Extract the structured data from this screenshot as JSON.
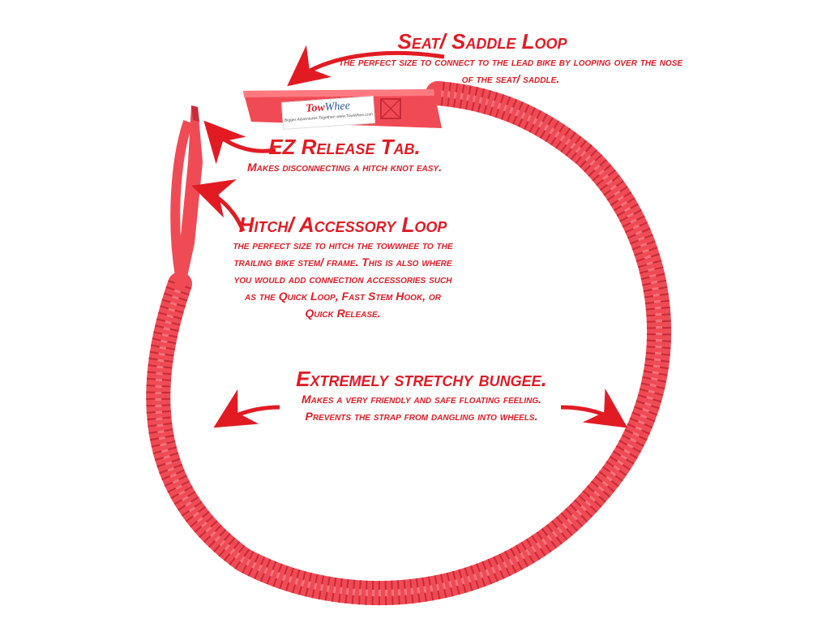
{
  "colors": {
    "accent": "#e21b23",
    "strap": "#f04b55",
    "strap_shadow": "#c92a37",
    "strap_light": "#ff8f93",
    "background": "#ffffff"
  },
  "callouts": {
    "seat": {
      "heading": "Seat/ Saddle Loop",
      "lines": [
        "the perfect size to connect to the lead bike by looping over the nose",
        "of the seat/ saddle."
      ]
    },
    "ez": {
      "heading": "EZ Release Tab.",
      "lines": [
        "Makes disconnecting a hitch knot easy."
      ]
    },
    "hitch": {
      "heading": "Hitch/ Accessory Loop",
      "lines": [
        "the perfect size to hitch the towwhee to the",
        "trailing bike stem/ frame. This is also where",
        "you would add connection accessories such",
        "as the Quick Loop, Fast Stem Hook, or",
        "Quick Release."
      ]
    },
    "bungee": {
      "heading": "Extremely stretchy bungee.",
      "lines": [
        "Makes a very friendly and safe floating feeling.",
        "Prevents the strap from dangling into wheels."
      ]
    }
  },
  "product_tag": {
    "logo_left": "Tow",
    "logo_right": "Whee",
    "tagline": "Bigger Adventures Together!  www.TowWhee.com"
  }
}
